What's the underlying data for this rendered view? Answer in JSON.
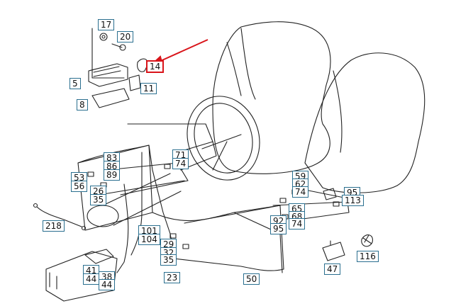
{
  "diagram": {
    "highlight_color": "#d9141a",
    "label_border_color": "#2a6f8f",
    "callouts": [
      {
        "id": "c17",
        "text": "17"
      },
      {
        "id": "c20",
        "text": "20"
      },
      {
        "id": "c14",
        "text": "14",
        "highlighted": true
      },
      {
        "id": "c5",
        "text": "5"
      },
      {
        "id": "c11",
        "text": "11"
      },
      {
        "id": "c8",
        "text": "8"
      },
      {
        "id": "c83",
        "text": "83"
      },
      {
        "id": "c86",
        "text": "86"
      },
      {
        "id": "c89",
        "text": "89"
      },
      {
        "id": "c71",
        "text": "71"
      },
      {
        "id": "c74a",
        "text": "74"
      },
      {
        "id": "c53",
        "text": "53"
      },
      {
        "id": "c56",
        "text": "56"
      },
      {
        "id": "c26",
        "text": "26"
      },
      {
        "id": "c35a",
        "text": "35"
      },
      {
        "id": "c218",
        "text": "218"
      },
      {
        "id": "c101",
        "text": "101"
      },
      {
        "id": "c104",
        "text": "104"
      },
      {
        "id": "c29",
        "text": "29"
      },
      {
        "id": "c32",
        "text": "32"
      },
      {
        "id": "c35b",
        "text": "35"
      },
      {
        "id": "c41",
        "text": "41"
      },
      {
        "id": "c44a",
        "text": "44"
      },
      {
        "id": "c38",
        "text": "38"
      },
      {
        "id": "c44b",
        "text": "44"
      },
      {
        "id": "c23",
        "text": "23"
      },
      {
        "id": "c50",
        "text": "50"
      },
      {
        "id": "c59",
        "text": "59"
      },
      {
        "id": "c62",
        "text": "62"
      },
      {
        "id": "c74b",
        "text": "74"
      },
      {
        "id": "c95a",
        "text": "95"
      },
      {
        "id": "c113",
        "text": "113"
      },
      {
        "id": "c65",
        "text": "65"
      },
      {
        "id": "c68",
        "text": "68"
      },
      {
        "id": "c92",
        "text": "92"
      },
      {
        "id": "c95b",
        "text": "95"
      },
      {
        "id": "c74c",
        "text": "74"
      },
      {
        "id": "c47",
        "text": "47"
      },
      {
        "id": "c116",
        "text": "116"
      }
    ]
  }
}
